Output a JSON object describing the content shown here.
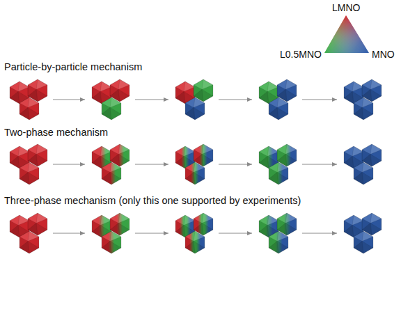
{
  "diagram": {
    "labels": [
      "Particle-by-particle mechanism",
      "Two-phase mechanism",
      "Three-phase mechanism (only this one supported by experiments)"
    ],
    "legend": [
      {
        "text": "LMNO",
        "color": "#d7282f"
      },
      {
        "text": "L0.5MNO",
        "color": "#3cae49"
      },
      {
        "text": "MNO",
        "color": "#2e5ba8"
      }
    ]
  }
}
